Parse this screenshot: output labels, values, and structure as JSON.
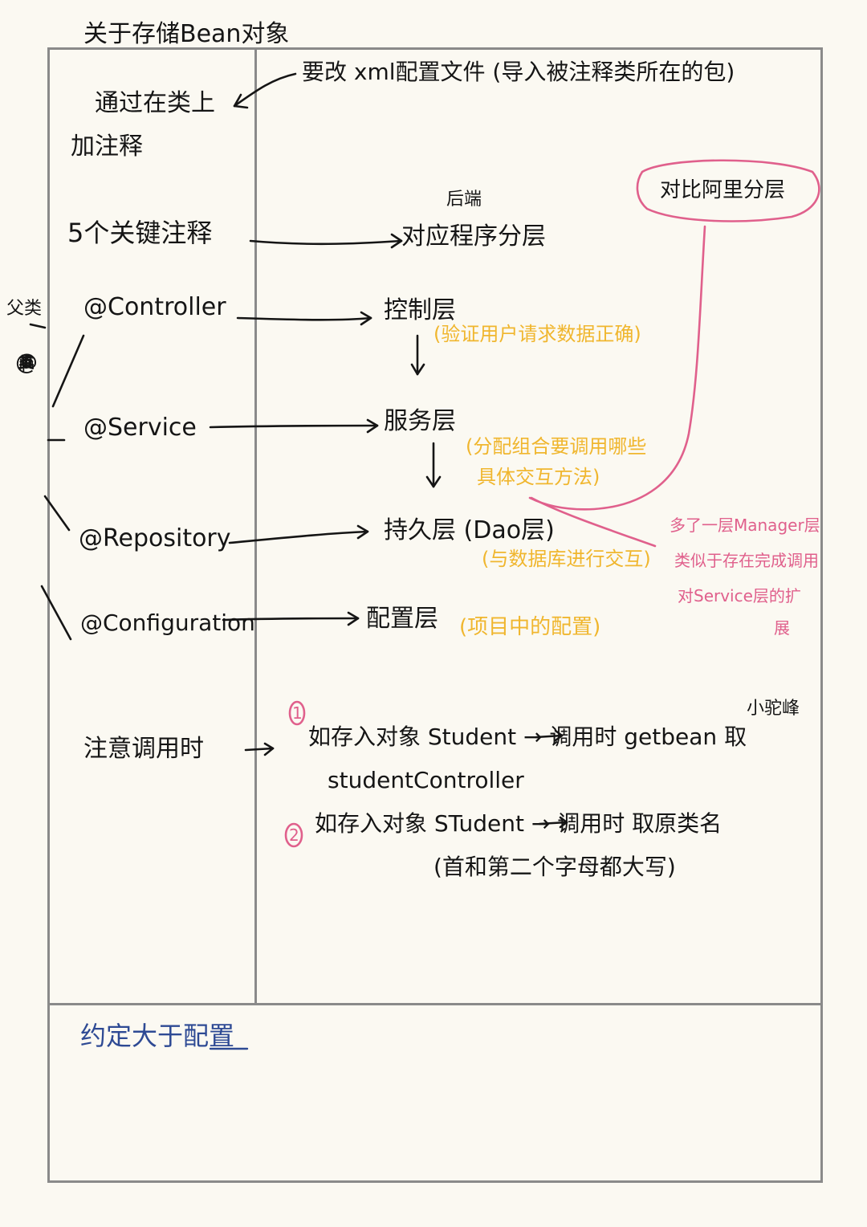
{
  "page_title": "关于存储Bean对象",
  "left": {
    "class_annotation": [
      "通过在类上",
      "加注释"
    ],
    "five_annotations": "5个关键注释",
    "controller": "@Controller",
    "service": "@Service",
    "repository": "@Repository",
    "configuration": "@Configuration",
    "note_call": "注意调用时",
    "parent_label": "父类",
    "component_vertical": [
      "@",
      "C",
      "o",
      "m",
      "p",
      "o",
      "n",
      "e",
      "n",
      "t",
      "工",
      "具",
      "类"
    ]
  },
  "right": {
    "xml_note": "要改 xml配置文件 (导入被注释类所在的包)",
    "frontend": "后端",
    "layer_title": "对应程序分层",
    "compare_bubble": "对比阿里分层",
    "control_layer": "控制层",
    "control_note": "(验证用户请求数据正确)",
    "service_layer": "服务层",
    "service_note": [
      "(分配组合要调用哪些",
      "具体交互方法)"
    ],
    "persist_layer": "持久层 (Dao层)",
    "persist_note": "(与数据库进行交互)",
    "config_layer": "配置层",
    "config_note": "(项目中的配置)",
    "manager_note": [
      "多了一层Manager层",
      "类似于存在完成调用",
      "对Service层的扩",
      "展"
    ],
    "camel": "小驼峰",
    "rule1_num": "1",
    "rule1": [
      "如存入对象 Student → 调用时 getbean 取",
      "studentController"
    ],
    "rule2_num": "2",
    "rule2": [
      "如存入对象 STudent → 调用时 取原类名",
      "(首和第二个字母都大写)"
    ]
  },
  "bottom": {
    "convention": "约定大于配置"
  }
}
